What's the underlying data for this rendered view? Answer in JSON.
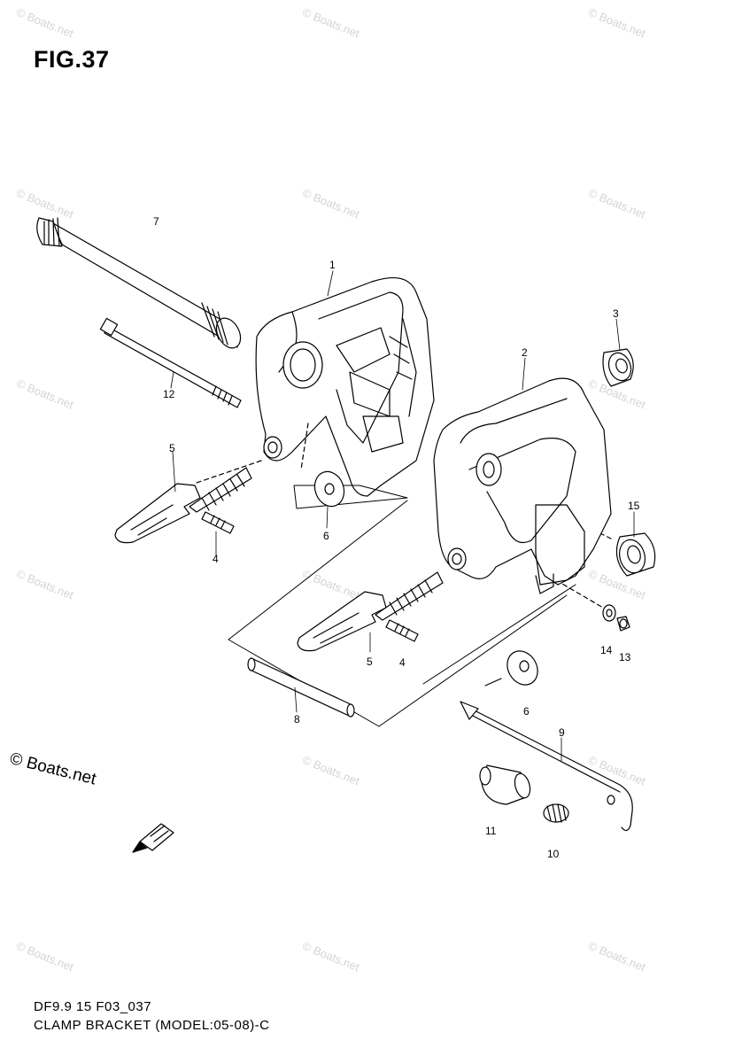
{
  "figure": {
    "title": "FIG.37",
    "code": "DF9.9 15 F03_037",
    "caption": "CLAMP BRACKET (MODEL:05-08)-C"
  },
  "watermark": {
    "text": "© Boats.net",
    "main_text": "© Boats.net"
  },
  "callouts": [
    "1",
    "2",
    "3",
    "4",
    "5",
    "6",
    "7",
    "8",
    "9",
    "10",
    "11",
    "12",
    "13",
    "14",
    "15",
    "4",
    "5",
    "6"
  ],
  "colors": {
    "line": "#000000",
    "watermark": "#d4d4d4",
    "background": "#ffffff"
  },
  "icons": {
    "forward_arrow": "fwd-arrow-icon"
  }
}
